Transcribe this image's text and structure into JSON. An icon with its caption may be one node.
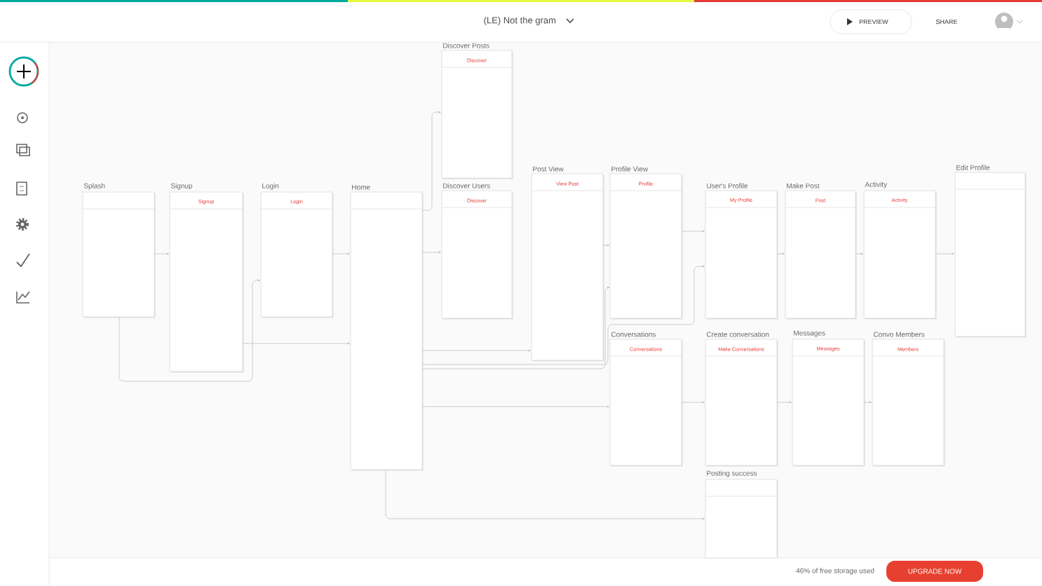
{
  "diagram": {
    "nodes": [
      {
        "text": [
          "Splash"
        ]
      },
      {
        "text": [
          "Signup",
          "Signup"
        ]
      },
      {
        "text": [
          "Login",
          "Login"
        ]
      },
      {
        "text": [
          "Home"
        ]
      },
      {
        "text": [
          "Discover Posts",
          "Discover"
        ]
      },
      {
        "text": [
          "Discover Users",
          "Discover"
        ]
      },
      {
        "text": [
          "Post View",
          "View Post"
        ]
      },
      {
        "text": [
          "Profile View",
          "Profile"
        ]
      },
      {
        "text": [
          "Conversations",
          "Conversations"
        ]
      },
      {
        "text": [
          "User's Profile",
          "My Profile"
        ]
      },
      {
        "text": [
          "Make Post",
          "Post"
        ]
      },
      {
        "text": [
          "Activity",
          "Activity"
        ]
      },
      {
        "text": [
          "Edit Profile"
        ]
      },
      {
        "text": [
          "Create conversation",
          "Make Conversations"
        ]
      },
      {
        "text": [
          "Messages",
          "Messages"
        ]
      },
      {
        "text": [
          "Convo Members",
          "Members"
        ]
      },
      {
        "text": [
          "Posting success"
        ]
      }
    ],
    "edges": [
      {
        "from": 0,
        "to": 1,
        "arrow": "to"
      },
      {
        "from": 0,
        "to": 2,
        "arrow": "to"
      },
      {
        "from": 1,
        "to": 3,
        "arrow": "to"
      },
      {
        "from": 2,
        "to": 3,
        "arrow": "to"
      },
      {
        "from": 3,
        "to": 4,
        "arrow": "to"
      },
      {
        "from": 3,
        "to": 5,
        "arrow": "to"
      },
      {
        "from": 3,
        "to": 6,
        "arrow": "to"
      },
      {
        "from": 3,
        "to": 7,
        "arrow": "to"
      },
      {
        "from": 3,
        "to": 8,
        "arrow": "to"
      },
      {
        "from": 3,
        "to": 9,
        "arrow": "to"
      },
      {
        "from": 3,
        "to": 16,
        "arrow": "to"
      },
      {
        "from": 6,
        "to": 7,
        "arrow": "to"
      },
      {
        "from": 7,
        "to": 9,
        "arrow": "to"
      },
      {
        "from": 9,
        "to": 10,
        "arrow": "to"
      },
      {
        "from": 10,
        "to": 11,
        "arrow": "to"
      },
      {
        "from": 11,
        "to": 12,
        "arrow": "to"
      },
      {
        "from": 8,
        "to": 13,
        "arrow": "to"
      },
      {
        "from": 13,
        "to": 14,
        "arrow": "to"
      },
      {
        "from": 14,
        "to": 15,
        "arrow": "to"
      }
    ],
    "labels": [
      "(LE) Not the gram",
      "PREVIEW",
      "SHARE",
      "46% of free storage used",
      "UPGRADE NOW"
    ]
  }
}
